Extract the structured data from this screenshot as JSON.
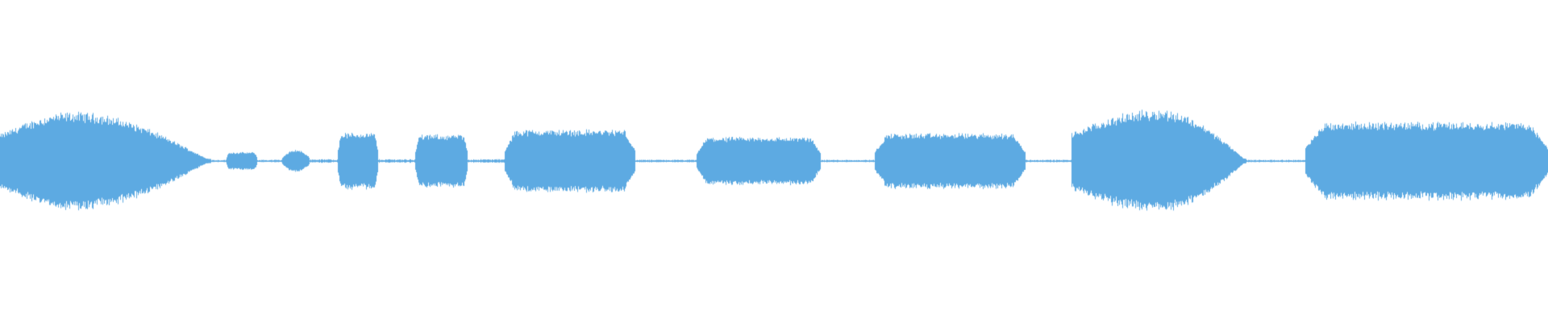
{
  "waveform": {
    "color": "#5DAAE2",
    "background": "#FFFFFF",
    "baseline_fraction": 0.5,
    "duration_fraction_segments": [
      {
        "start": 0.0,
        "end": 0.136,
        "shape": "swell",
        "peak": 0.78,
        "onset": 0.35,
        "release": 0.65
      },
      {
        "start": 0.136,
        "end": 0.146,
        "shape": "flat",
        "peak": 0.02
      },
      {
        "start": 0.146,
        "end": 0.166,
        "shape": "plateau",
        "peak": 0.14
      },
      {
        "start": 0.166,
        "end": 0.182,
        "shape": "flat",
        "peak": 0.02
      },
      {
        "start": 0.182,
        "end": 0.2,
        "shape": "ramp",
        "peak": 0.18
      },
      {
        "start": 0.2,
        "end": 0.218,
        "shape": "flat",
        "peak": 0.03
      },
      {
        "start": 0.218,
        "end": 0.244,
        "shape": "plateau",
        "peak": 0.45
      },
      {
        "start": 0.244,
        "end": 0.268,
        "shape": "flat",
        "peak": 0.03
      },
      {
        "start": 0.268,
        "end": 0.302,
        "shape": "plateau",
        "peak": 0.42
      },
      {
        "start": 0.302,
        "end": 0.326,
        "shape": "flat",
        "peak": 0.03
      },
      {
        "start": 0.326,
        "end": 0.41,
        "shape": "plateau",
        "peak": 0.5
      },
      {
        "start": 0.41,
        "end": 0.45,
        "shape": "flat",
        "peak": 0.02
      },
      {
        "start": 0.45,
        "end": 0.53,
        "shape": "plateau",
        "peak": 0.38
      },
      {
        "start": 0.53,
        "end": 0.565,
        "shape": "flat",
        "peak": 0.02
      },
      {
        "start": 0.565,
        "end": 0.662,
        "shape": "plateau",
        "peak": 0.44
      },
      {
        "start": 0.662,
        "end": 0.692,
        "shape": "flat",
        "peak": 0.02
      },
      {
        "start": 0.692,
        "end": 0.805,
        "shape": "swell",
        "peak": 0.82,
        "onset": 0.5,
        "release": 0.5
      },
      {
        "start": 0.805,
        "end": 0.843,
        "shape": "flat",
        "peak": 0.02
      },
      {
        "start": 0.843,
        "end": 1.0,
        "shape": "plateau",
        "peak": 0.62
      }
    ]
  }
}
